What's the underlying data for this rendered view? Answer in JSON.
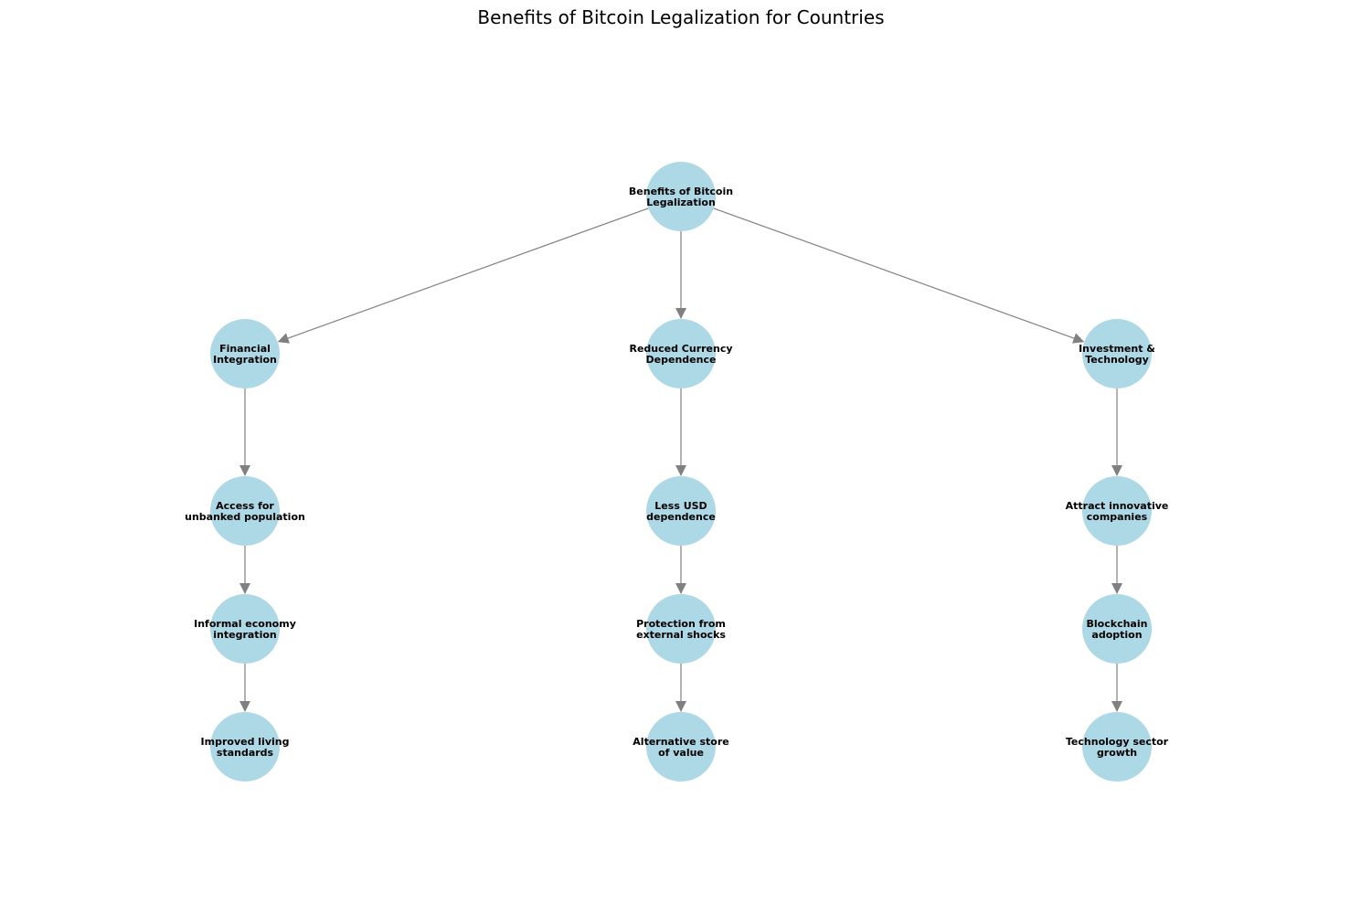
{
  "title": "Benefits of Bitcoin Legalization for Countries",
  "colors": {
    "node_fill": "#add8e6",
    "edge": "#808080",
    "text": "#000000",
    "background": "#ffffff"
  },
  "nodes": [
    {
      "id": "root",
      "lines": [
        "Benefits of Bitcoin",
        "Legalization"
      ]
    },
    {
      "id": "financial",
      "lines": [
        "Financial",
        "Integration"
      ]
    },
    {
      "id": "currency",
      "lines": [
        "Reduced Currency",
        "Dependence"
      ]
    },
    {
      "id": "investment",
      "lines": [
        "Investment &",
        "Technology"
      ]
    },
    {
      "id": "unbanked",
      "lines": [
        "Access for",
        "unbanked population"
      ]
    },
    {
      "id": "usd",
      "lines": [
        "Less USD",
        "dependence"
      ]
    },
    {
      "id": "innovative",
      "lines": [
        "Attract innovative",
        "companies"
      ]
    },
    {
      "id": "informal",
      "lines": [
        "Informal economy",
        "integration"
      ]
    },
    {
      "id": "shocks",
      "lines": [
        "Protection from",
        "external shocks"
      ]
    },
    {
      "id": "blockchain",
      "lines": [
        "Blockchain",
        "adoption"
      ]
    },
    {
      "id": "living",
      "lines": [
        "Improved living",
        "standards"
      ]
    },
    {
      "id": "store",
      "lines": [
        "Alternative store",
        "of value"
      ]
    },
    {
      "id": "techgrowth",
      "lines": [
        "Technology sector",
        "growth"
      ]
    }
  ],
  "edges": [
    [
      "root",
      "financial"
    ],
    [
      "root",
      "currency"
    ],
    [
      "root",
      "investment"
    ],
    [
      "financial",
      "unbanked"
    ],
    [
      "unbanked",
      "informal"
    ],
    [
      "informal",
      "living"
    ],
    [
      "currency",
      "usd"
    ],
    [
      "usd",
      "shocks"
    ],
    [
      "shocks",
      "store"
    ],
    [
      "investment",
      "innovative"
    ],
    [
      "innovative",
      "blockchain"
    ],
    [
      "blockchain",
      "techgrowth"
    ]
  ]
}
